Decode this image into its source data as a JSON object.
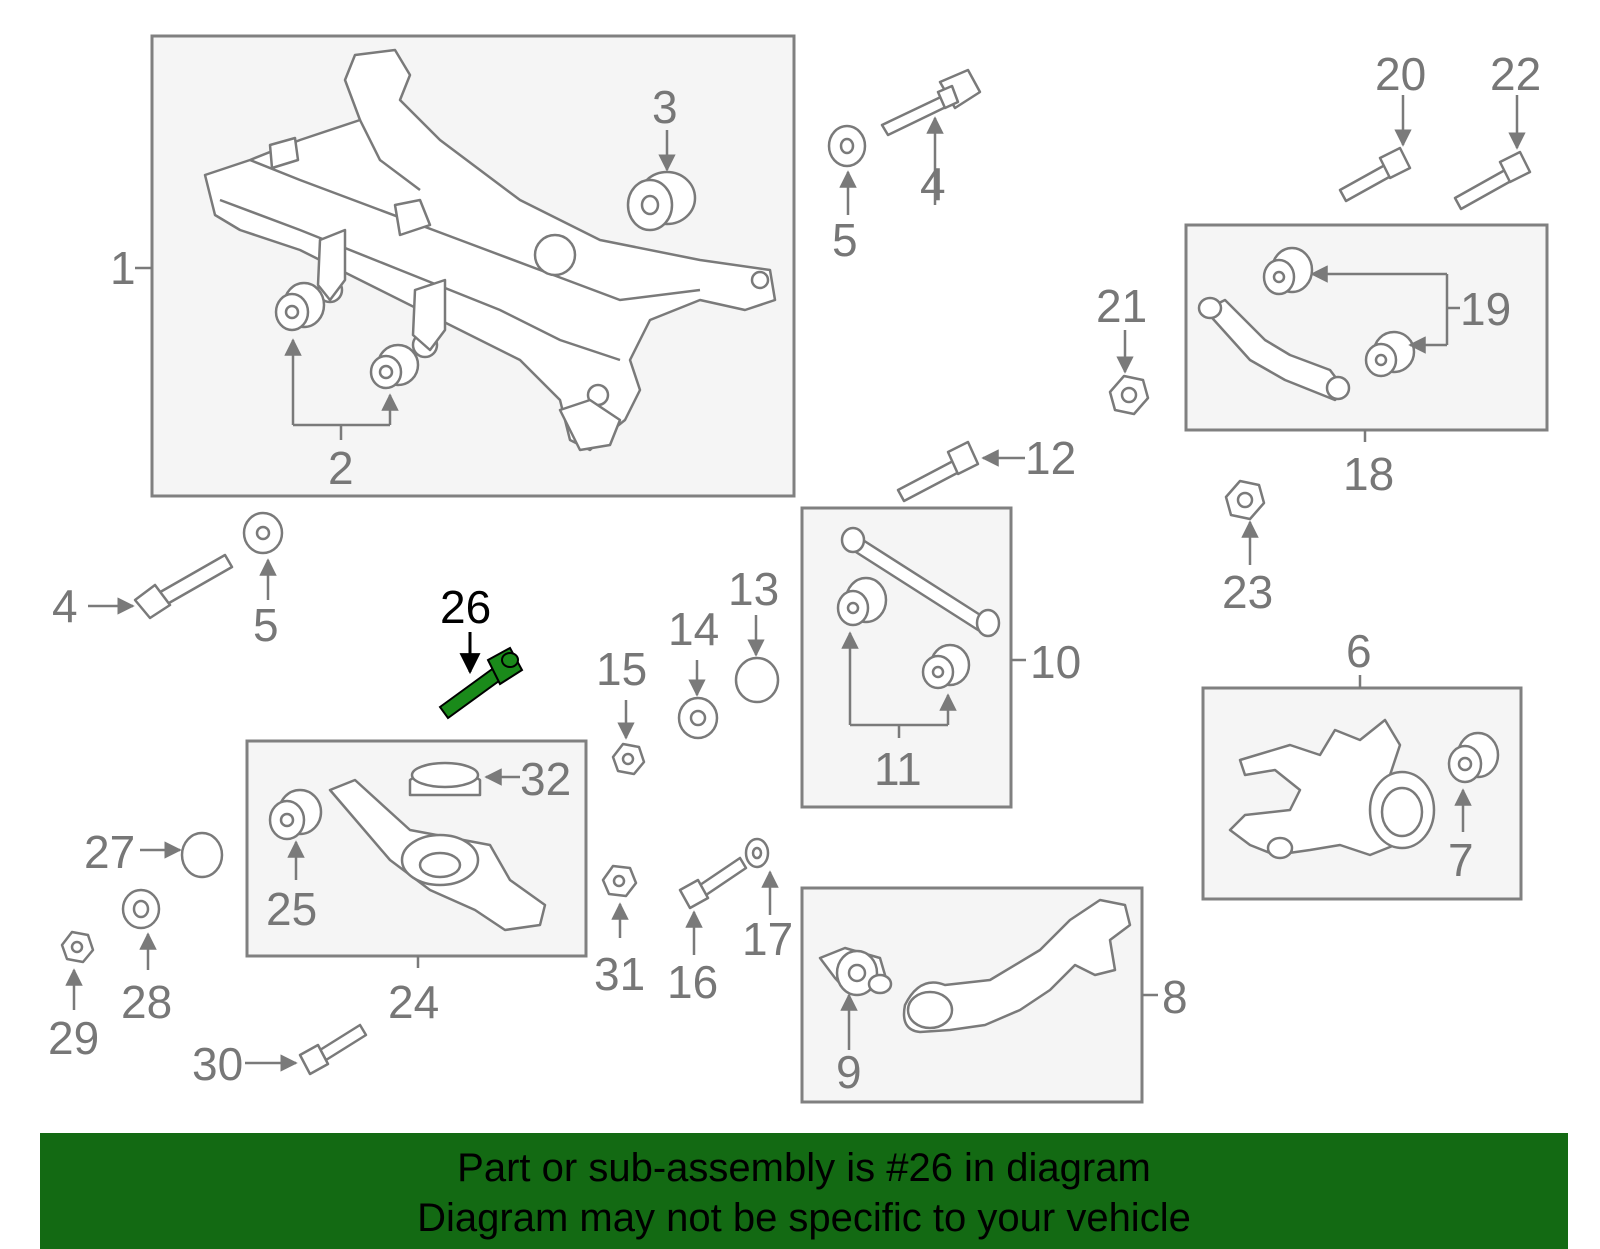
{
  "diagram": {
    "highlight_color": "#1a8a1a",
    "banner_color": "#136a13",
    "callouts": {
      "c1": "1",
      "c2": "2",
      "c3": "3",
      "c4a": "4",
      "c4b": "4",
      "c5a": "5",
      "c5b": "5",
      "c6": "6",
      "c7": "7",
      "c8": "8",
      "c9": "9",
      "c10": "10",
      "c11": "11",
      "c12": "12",
      "c13": "13",
      "c14": "14",
      "c15": "15",
      "c16": "16",
      "c17": "17",
      "c18": "18",
      "c19": "19",
      "c20": "20",
      "c21": "21",
      "c22": "22",
      "c23": "23",
      "c24": "24",
      "c25": "25",
      "c26": "26",
      "c27": "27",
      "c28": "28",
      "c29": "29",
      "c30": "30",
      "c31": "31",
      "c32": "32"
    }
  },
  "banner": {
    "line1": "Part or sub-assembly is #26 in diagram",
    "line2": "Diagram may not be specific to your vehicle"
  }
}
